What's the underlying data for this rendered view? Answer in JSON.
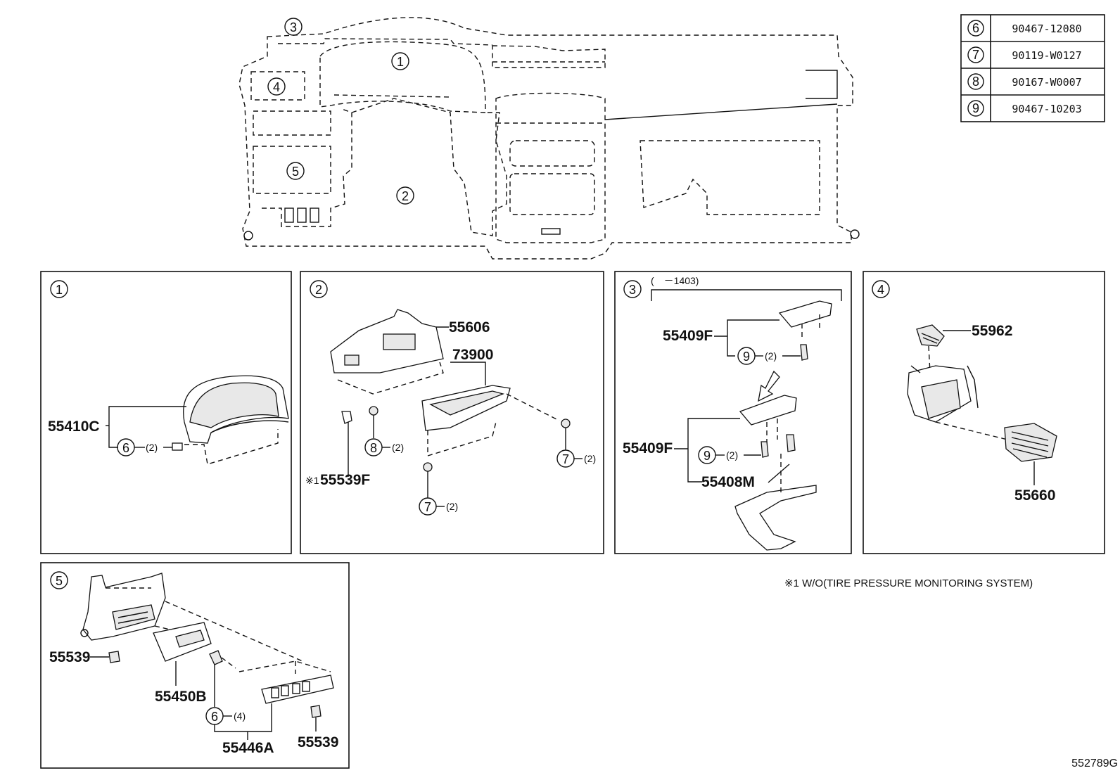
{
  "legend": [
    {
      "ref": "6",
      "part": "90467-12080"
    },
    {
      "ref": "7",
      "part": "90119-W0127"
    },
    {
      "ref": "8",
      "part": "90167-W0007"
    },
    {
      "ref": "9",
      "part": "90467-10203"
    }
  ],
  "overview": {
    "callouts": [
      "3",
      "1",
      "4",
      "5",
      "2"
    ]
  },
  "panel1": {
    "index": "1",
    "label_main": "55410C",
    "ref6": "6",
    "qty": "(2)"
  },
  "panel2": {
    "index": "2",
    "label_55606": "55606",
    "label_73900": "73900",
    "ref8": "8",
    "qty8": "(2)",
    "ref7a": "7",
    "qty7a": "(2)",
    "ref7b": "7",
    "qty7b": "(2)",
    "note_mark": "※1",
    "label_55539F": "55539F"
  },
  "panel3": {
    "index": "3",
    "range": "(　－1403)",
    "label_top": "55409F",
    "ref9a": "9",
    "qty9a": "(2)",
    "label_bottom": "55409F",
    "ref9b": "9",
    "qty9b": "(2)",
    "label_55408M": "55408M"
  },
  "panel4": {
    "index": "4",
    "label_55962": "55962",
    "label_55660": "55660"
  },
  "panel5": {
    "index": "5",
    "label_55539_left": "55539",
    "label_55450B": "55450B",
    "ref6": "6",
    "qty6": "(4)",
    "label_55446A": "55446A",
    "label_55539_right": "55539"
  },
  "footnote": "※1 W/O(TIRE PRESSURE MONITORING SYSTEM)",
  "diagram_id": "552789G"
}
